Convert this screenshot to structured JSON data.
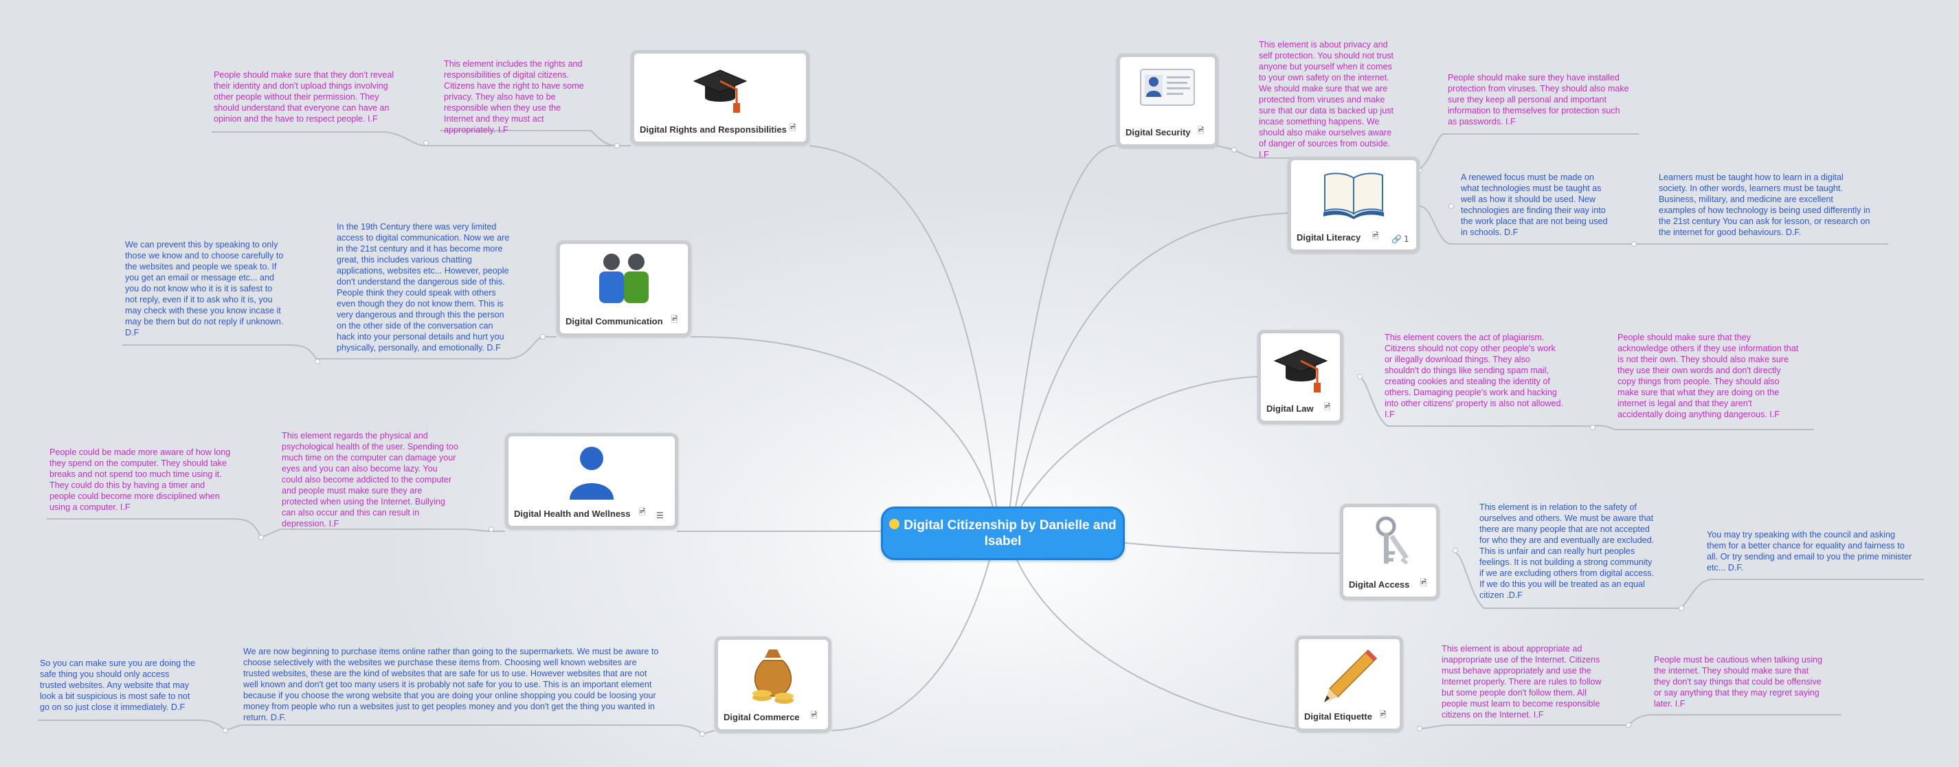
{
  "central": {
    "title": "Digital Citizenship by Danielle and Isabel"
  },
  "topics": {
    "rights": {
      "label": "Digital Rights and Responsibilities",
      "icons": [
        "image-icon"
      ]
    },
    "communication": {
      "label": "Digital Communication",
      "icons": [
        "image-icon"
      ]
    },
    "health": {
      "label": "Digital Health and Wellness",
      "icons": [
        "image-icon",
        "notes-icon"
      ]
    },
    "commerce": {
      "label": "Digital Commerce",
      "icons": [
        "image-icon"
      ]
    },
    "security": {
      "label": "Digital Security",
      "icons": [
        "image-icon"
      ]
    },
    "literacy": {
      "label": "Digital Literacy",
      "icons": [
        "image-icon",
        "link-icon"
      ],
      "link_count": "1"
    },
    "law": {
      "label": "Digital Law",
      "icons": [
        "image-icon"
      ]
    },
    "access": {
      "label": "Digital Access",
      "icons": [
        "image-icon"
      ]
    },
    "etiquette": {
      "label": "Digital Etiquette",
      "icons": [
        "image-icon"
      ]
    }
  },
  "notes": {
    "rights_1": "This element includes the rights and\nresponsibilities of digital citizens.\nCitizens have the right to have some\nprivacy. They also have to be\nresponsible when they use the\nInternet and they must act\nappropriately.  I.F",
    "rights_2": "People should make sure that they don't reveal\ntheir identity and don't upload things involving\nother people without their permission.  They\nshould understand that everyone can have an\nopinion and the have to respect people. I.F",
    "communication_1": "In the 19th Century there was very limited\naccess to digital communication. Now we are\nin the 21st century and it has become more\ngreat, this includes various chatting\napplications, websites etc... However, people\ndon't understand the dangerous side of this.\nPeople think they could speak with others\neven though they do not know them. This is\nvery dangerous and through this the person\non the other side of the conversation can\nhack into your personal details and hurt you\nphysically, personally, and emotionally. D.F",
    "communication_2": "We can prevent this by speaking to only\nthose we know and to choose carefully to\nthe websites and people we speak to. If\n you get an email or message etc... and\nyou do not know who it is it is safest to\nnot reply, even if it to ask who it is, you\nmay check with these you know incase it\nmay be them but do not reply if unknown.\nD.F",
    "health_1": "This element regards the physical and\npsychological health of the user. Spending too\nmuch time on the computer can damage your\neyes and you can also become lazy. You\ncould also become addicted to the computer\nand people must make sure they are\nprotected when using the Internet. Bullying\ncan also occur and this can result in\ndepression. I.F",
    "health_2": "People could be made more aware of how long\nthey spend on the computer. They should take\nbreaks and not spend too much time using it.\nThey could do this by having a timer and\npeople could become more disciplined when\nusing a computer. I.F",
    "commerce_1": "We are now beginning to purchase items online rather than going to the supermarkets. We must be aware to\nchoose selectively with the websites we purchase these items from. Choosing well known websites are\ntrusted websites, these are the kind of websites that are safe for us to use. However websites that are not\nwell known and don't get too many users it is probably not safe for you to use. This is an important element\nbecause if you choose the wrong website that you are doing your online shopping you could be loosing your\nmoney from people who run a websites just to get peoples money and you don't get the thing you wanted in\nreturn. D.F.",
    "commerce_2": "So you can make sure you are doing the\nsafe thing you should only access\ntrusted websites. Any website that may\nlook a bit suspicious is most safe to not\ngo on so just close it immediately. D.F",
    "security_1": "This element is about privacy and\nself protection. You should not trust\nanyone but yourself when it comes\nto your own safety on the internet.\nWe should make sure that we are\nprotected from viruses and make\nsure that our data is backed up just\nincase something happens. We\nshould also make ourselves aware\nof danger of sources from outside.\nI.F",
    "literacy_1": "People should make sure they have installed\nprotection from viruses. They should also make\nsure they keep all personal and important\ninformation to themselves for protection such\nas passwords. I.F",
    "literacy_2": "A renewed focus must be made on\nwhat technologies must be taught as\nwell as how it should be used. New\ntechnologies are finding their way into\nthe work place that are not being used\nin schools. D.F",
    "literacy_3": "Learners must be taught how to learn in a digital\nsociety. In other words, learners must be taught.\n Business, military, and medicine are excellent\nexamples of how technology is being used differently in\nthe 21st century You can ask for lesson, or research on\nthe internet for good behaviours. D.F.",
    "law_1": "This element covers the act of plagiarism.\nCitizens should not copy other people's work\nor illegally download things. They also\nshouldn't do things like sending spam mail,\ncreating cookies and stealing the identity of\nothers.  Damaging people's work and hacking\ninto other citizens' property is also not allowed.\n I.F",
    "law_2": "People should make sure that they\nacknowledge others if they use information that\nis not their own. They should also make sure\nthey use their own words and don't directly\ncopy things from people. They should also\nmake sure that what they are doing on the\ninternet is legal and that they aren't\naccidentally doing anything dangerous. I.F",
    "access_1": "This element is in relation to the safety of\nourselves and others. We must be aware that\nthere are many people that are not accepted\nfor who they are and eventually are excluded.\nThis is unfair and can really hurt peoples\nfeelings. It is not building a strong community\nif we are excluding others from digital access.\n If we do this you will be treated as an equal\ncitizen .D.F",
    "access_2": "You may try speaking with the council and asking\nthem for a better chance for equality and fairness to\nall. Or try sending and email to you the prime minister\netc... D.F.",
    "etiquette_1": "This element is about appropriate ad\ninappropriate use of the Internet. Citizens\nmust behave appropriately and use the\nInternet properly. There are rules to follow\nbut some people don't follow them. All\npeople must learn to become responsible\ncitizens on the Internet.  I.F",
    "etiquette_2": "People must be cautious when talking using\nthe internet. They should make sure that\nthey don't say things that could be offensive\nor say anything that they may regret saying\nlater. I.F"
  },
  "colors": {
    "pink_note": "#c42bc4",
    "blue_note": "#2b55d9",
    "central_fill": "#2f9bf0",
    "link_line": "#b8bdc3"
  }
}
